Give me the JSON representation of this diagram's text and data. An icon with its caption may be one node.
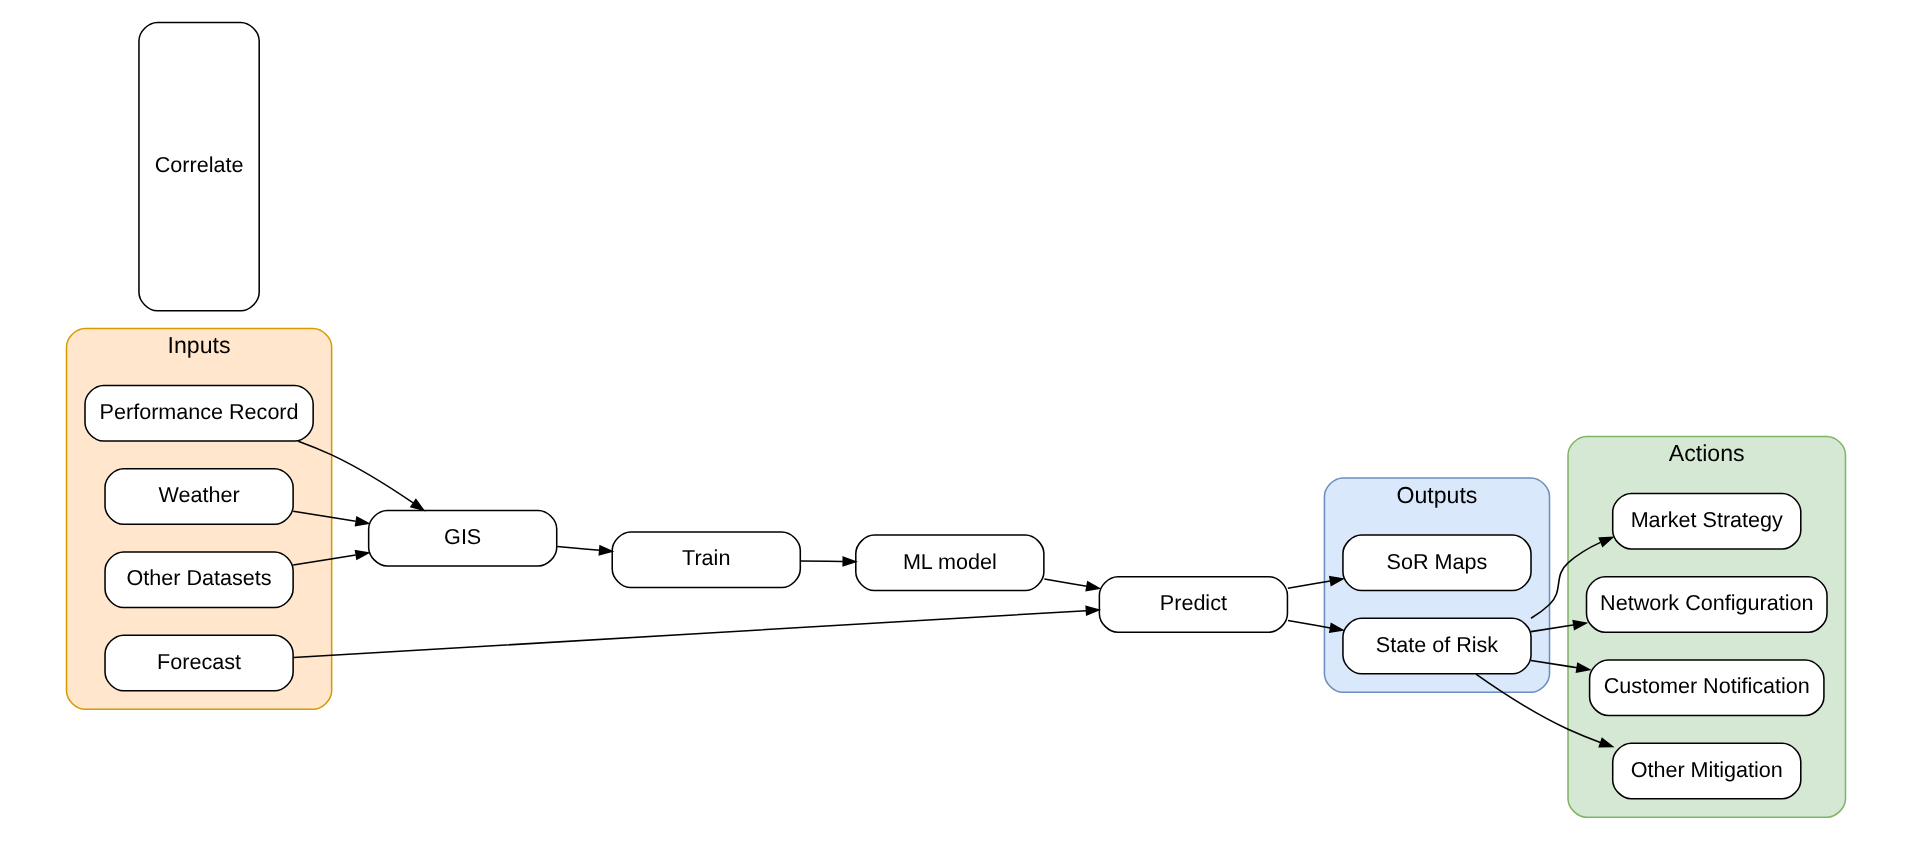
{
  "diagram": {
    "nodes": [
      {
        "text": [
          "Inputs"
        ]
      },
      {
        "text": [
          "Performance Record"
        ],
        "in": 0
      },
      {
        "text": [
          "Weather"
        ],
        "in": 0
      },
      {
        "text": [
          "Other Datasets"
        ],
        "in": 0
      },
      {
        "text": [
          "Forecast"
        ],
        "in": 0
      },
      {
        "text": [
          "Correlate"
        ]
      },
      {
        "text": [
          "GIS"
        ]
      },
      {
        "text": [
          "Train"
        ]
      },
      {
        "text": [
          "ML model"
        ]
      },
      {
        "text": [
          "Predict"
        ]
      },
      {
        "text": [
          "Outputs"
        ]
      },
      {
        "text": [
          "SoR Maps"
        ],
        "in": 10
      },
      {
        "text": [
          "State of Risk"
        ],
        "in": 10
      },
      {
        "text": [
          "Actions"
        ]
      },
      {
        "text": [
          "Market Strategy"
        ],
        "in": 13
      },
      {
        "text": [
          "Network Configuration"
        ],
        "in": 13
      },
      {
        "text": [
          "Customer Notification"
        ],
        "in": 13
      },
      {
        "text": [
          "Other Mitigation"
        ],
        "in": 13
      }
    ],
    "edges": [
      {
        "from": 1,
        "to": 6,
        "arrow": "to"
      },
      {
        "from": 2,
        "to": 6,
        "arrow": "to"
      },
      {
        "from": 3,
        "to": 6,
        "arrow": "to"
      },
      {
        "from": 6,
        "to": 7,
        "arrow": "to"
      },
      {
        "from": 7,
        "to": 8,
        "arrow": "to"
      },
      {
        "from": 8,
        "to": 9,
        "arrow": "to"
      },
      {
        "from": 9,
        "to": 11,
        "arrow": "to"
      },
      {
        "from": 9,
        "to": 12,
        "arrow": "to"
      },
      {
        "from": 4,
        "to": 9,
        "arrow": "to"
      },
      {
        "from": 12,
        "to": 14,
        "arrow": "to"
      },
      {
        "from": 12,
        "to": 15,
        "arrow": "to"
      },
      {
        "from": 12,
        "to": 16,
        "arrow": "to"
      },
      {
        "from": 12,
        "to": 17,
        "arrow": "to"
      }
    ]
  }
}
